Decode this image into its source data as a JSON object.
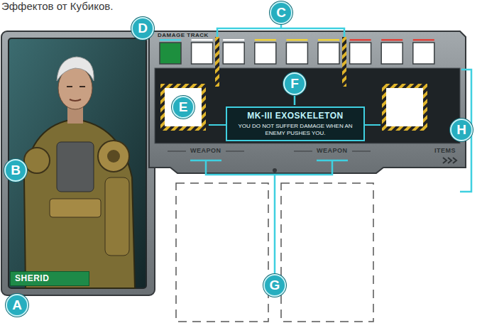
{
  "diagram": {
    "nodes": [
      {
        "text": [
          "MK-III EXOSKELETON",
          "YOU DO NOT SUFFER DAMAGE WHEN AN ENEMY PUSHES YOU."
        ]
      },
      {
        "text": [
          "SHERID"
        ]
      }
    ],
    "edges": [],
    "labels": [
      "Эффектов от Кубиков.",
      "DAMAGE TRACK",
      "WEAPON",
      "WEAPON",
      "ITEMS",
      "A",
      "B",
      "C",
      "D",
      "E",
      "F",
      "G",
      "H"
    ]
  }
}
